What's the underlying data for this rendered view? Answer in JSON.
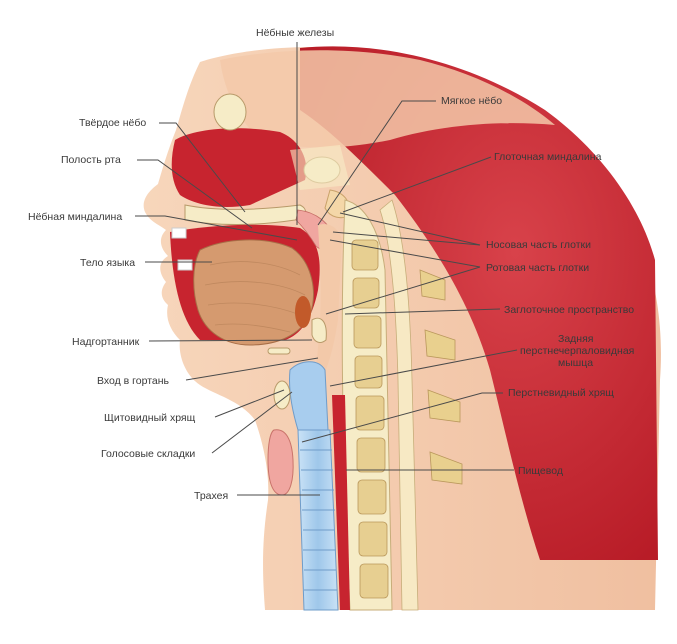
{
  "labels": {
    "nebnye_zhelezy": "Нёбные железы",
    "myagkoe_nebo": "Мягкое нёбо",
    "tverdoe_nebo": "Твёрдое нёбо",
    "polost_rta": "Полость рта",
    "glotochnaya_mindalina": "Глоточная миндалина",
    "nebnaya_mindalina": "Нёбная миндалина",
    "nosovaya_chast": "Носовая часть глотки",
    "telo_yazyka": "Тело языка",
    "rotovaya_chast": "Ротовая часть глотки",
    "zaglotochnoe": "Заглоточное пространство",
    "nadgortannik": "Надгортанник",
    "zadnyaya_1": "Задняя",
    "zadnyaya_2": "перстнечерпаловидная",
    "zadnyaya_3": "мышца",
    "vhod_v_gortan": "Вход в гортань",
    "perstnevidnyy": "Перстневидный хрящ",
    "shchitovidnyy": "Щитовидный хрящ",
    "golosovye": "Голосовые складки",
    "pishchevod": "Пищевод",
    "traheya": "Трахея"
  },
  "colors": {
    "skin": "#f3c9a9",
    "muscle": "#c4212c",
    "tongue": "#d59a6f",
    "bone": "#f6ecc7",
    "trachea": "#a8cdee",
    "leader": "#4a4a4a"
  }
}
